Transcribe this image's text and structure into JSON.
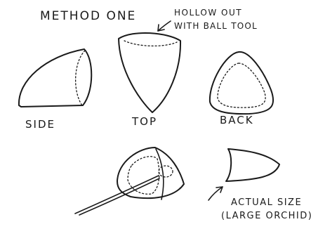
{
  "heading": "METHOD ONE",
  "callout": {
    "line1": "HOLLOW OUT",
    "line2": "WITH BALL TOOL"
  },
  "views": {
    "side": "SIDE",
    "top": "TOP",
    "back": "BACK"
  },
  "actual_size": {
    "line1": "ACTUAL SIZE",
    "line2": "(LARGE ORCHID)"
  }
}
